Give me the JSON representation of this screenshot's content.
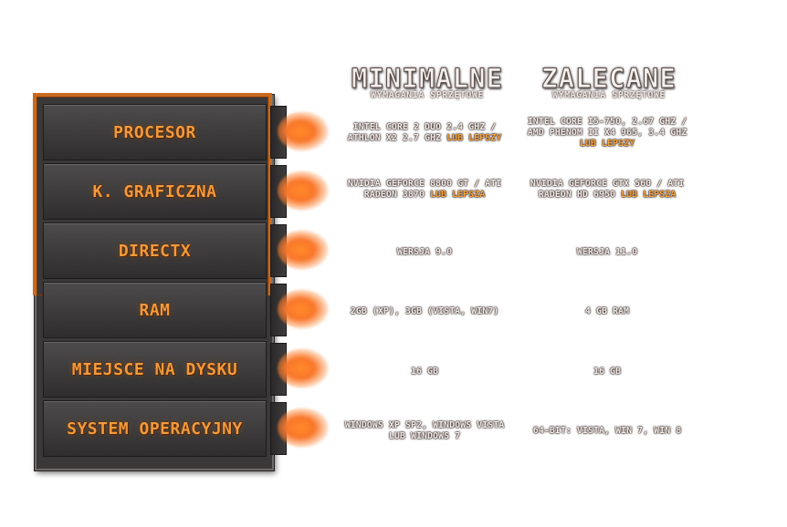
{
  "columns": {
    "minimum": {
      "title": "MINIMALNE",
      "subtitle": "WYMAGANIA SPRZĘTOWE"
    },
    "recommended": {
      "title": "ZALECANE",
      "subtitle": "WYMAGANIA SPRZĘTOWE"
    }
  },
  "colors": {
    "accent": "#f39a3c",
    "frame": "#c96a1e",
    "panel": "#3a3838"
  },
  "rows": [
    {
      "label": "PROCESOR",
      "minimum": {
        "text": "INTEL CORE 2 DUO 2.4 GHZ / ATHLON X2 2.7 GHZ",
        "highlight": "LUB LEPSZY"
      },
      "recommended": {
        "text": "INTEL CORE I5-750, 2.67 GHZ / AMD PHENOM II X4 965, 3.4 GHZ",
        "highlight": "LUB LEPSZY"
      }
    },
    {
      "label": "K. GRAFICZNA",
      "minimum": {
        "text": "NVIDIA GEFORCE 8800 GT / ATI RADEON 3870",
        "highlight": "LUB LEPSZA"
      },
      "recommended": {
        "text": "NVIDIA GEFORCE GTX 560 / ATI RADEON HD 6950",
        "highlight": "LUB LEPSZA"
      }
    },
    {
      "label": "DIRECTX",
      "minimum": {
        "text": "WERSJA 9.0",
        "highlight": ""
      },
      "recommended": {
        "text": "WERSJA 11.0",
        "highlight": ""
      }
    },
    {
      "label": "RAM",
      "minimum": {
        "text": "2GB (XP), 3GB (VISTA, WIN7)",
        "highlight": ""
      },
      "recommended": {
        "text": "4 GB RAM",
        "highlight": ""
      }
    },
    {
      "label": "MIEJSCE NA DYSKU",
      "minimum": {
        "text": "16 GB",
        "highlight": ""
      },
      "recommended": {
        "text": "16 GB",
        "highlight": ""
      }
    },
    {
      "label": "SYSTEM OPERACYJNY",
      "minimum": {
        "text": "WINDOWS XP SP2, WINDOWS VISTA LUB WINDOWS 7",
        "highlight": ""
      },
      "recommended": {
        "text": "64-BIT: VISTA, WIN 7, WIN 8",
        "highlight": ""
      }
    }
  ]
}
